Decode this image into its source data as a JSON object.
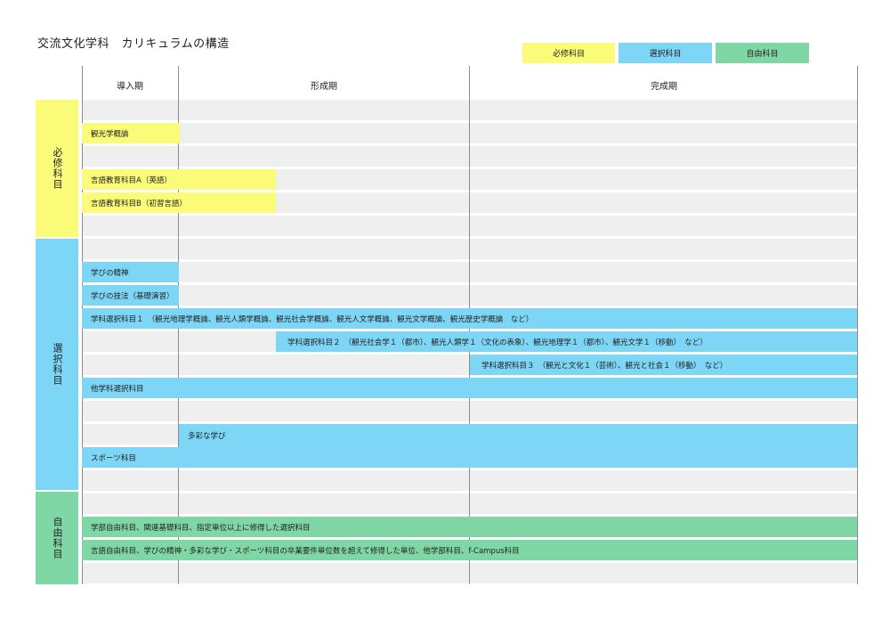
{
  "title": "交流文化学科　カリキュラムの構造",
  "legend": {
    "required": "必修科目",
    "elective": "選択科目",
    "free": "自由科目"
  },
  "phases": {
    "intro": "導入期",
    "formation": "形成期",
    "completion": "完成期"
  },
  "categories": {
    "required": "必修科目",
    "elective": "選択科目",
    "free": "自由科目"
  },
  "courses": {
    "kanko_gairon": "観光学概論",
    "gengo_a": "言語教育科目A（英語）",
    "gengo_b": "言語教育科目B（初習言語）",
    "manabi_seishin": "学びの精神",
    "manabi_giho": "学びの技法（基礎演習）",
    "sentaku1": "学科選択科目１　（観光地理学概論、観光人類学概論、観光社会学概論、観光人文学概論、観光文学概論、観光歴史学概論　など）",
    "sentaku2": "学科選択科目２　（観光社会学１（都市）、観光人類学１（文化の表象）、観光地理学１（都市）、観光文学１（移動）　など）",
    "sentaku3": "学科選択科目３　（観光と文化１（芸術）、観光と社会１（移動）　など）",
    "tagakka": "他学科選択科目",
    "tasai": "多彩な学び",
    "sports": "スポーツ科目",
    "gakubu_jiyu": "学部自由科目、関連基礎科目、指定単位以上に修得した選択科目",
    "gengo_jiyu": "言語自由科目、学びの精神・多彩な学び・スポーツ科目の卒業要件単位数を超えて修得した単位、他学部科目、f-Campus科目"
  },
  "colors": {
    "required": "#fbfb7a",
    "elective": "#7dd6f6",
    "free": "#7fd7a6",
    "row": "#efefef",
    "line": "#8c8c8c"
  }
}
